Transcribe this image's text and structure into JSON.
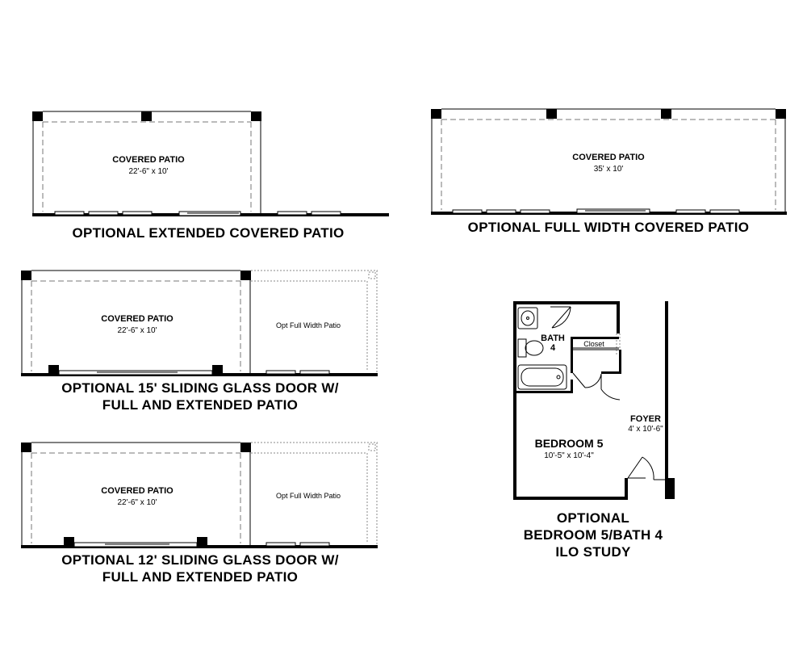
{
  "plans": [
    {
      "caption_lines": [
        "OPTIONAL EXTENDED COVERED PATIO"
      ],
      "patio_label": "COVERED PATIO",
      "patio_dims": "22'-6\" x 10'"
    },
    {
      "caption_lines": [
        "OPTIONAL FULL WIDTH COVERED PATIO"
      ],
      "patio_label": "COVERED PATIO",
      "patio_dims": "35' x 10'"
    },
    {
      "caption_lines": [
        "OPTIONAL 15' SLIDING GLASS DOOR W/",
        "FULL AND EXTENDED PATIO"
      ],
      "patio_label": "COVERED PATIO",
      "patio_dims": "22'-6\" x 10'",
      "side_label": "Opt Full Width Patio"
    },
    {
      "caption_lines": [
        "OPTIONAL 12' SLIDING GLASS DOOR W/",
        "FULL AND EXTENDED PATIO"
      ],
      "patio_label": "COVERED PATIO",
      "patio_dims": "22'-6\" x 10'",
      "side_label": "Opt Full Width Patio"
    },
    {
      "caption_lines": [
        "OPTIONAL",
        "BEDROOM 5/BATH 4",
        "ILO STUDY"
      ],
      "bedroom_label": "BEDROOM 5",
      "bedroom_dims": "10'-5\" x 10'-4\"",
      "bath_label": "BATH",
      "bath_number": "4",
      "closet_label": "Closet",
      "foyer_label": "FOYER",
      "foyer_dims": "4' x 10'-6\""
    }
  ]
}
